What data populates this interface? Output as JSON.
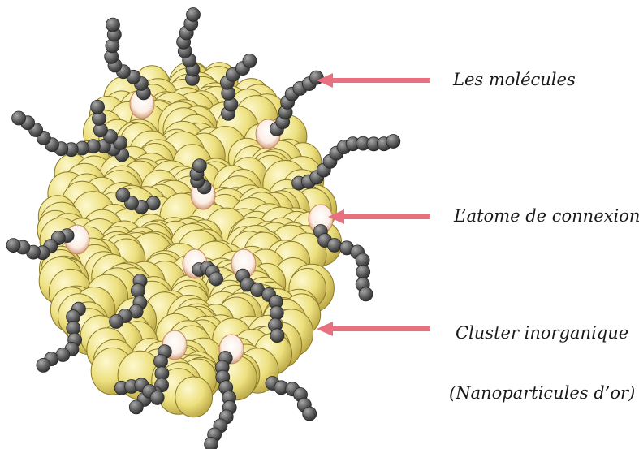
{
  "labels": {
    "molecules": "Les molécules",
    "atom": "L’atome de connexion",
    "cluster": "Cluster inorganique",
    "nanoparticles": "(Nanoparticules d’or)"
  },
  "colors": {
    "arrow": "#e8707f",
    "gold_light": "#f7efa8",
    "gold": "#e6d66a",
    "gold_dark": "#8a7a2c",
    "chain": "#5c5c5c",
    "chain_dark": "#2a2a2a",
    "connector_light": "#ffffff",
    "connector_edge": "#c7875e"
  }
}
